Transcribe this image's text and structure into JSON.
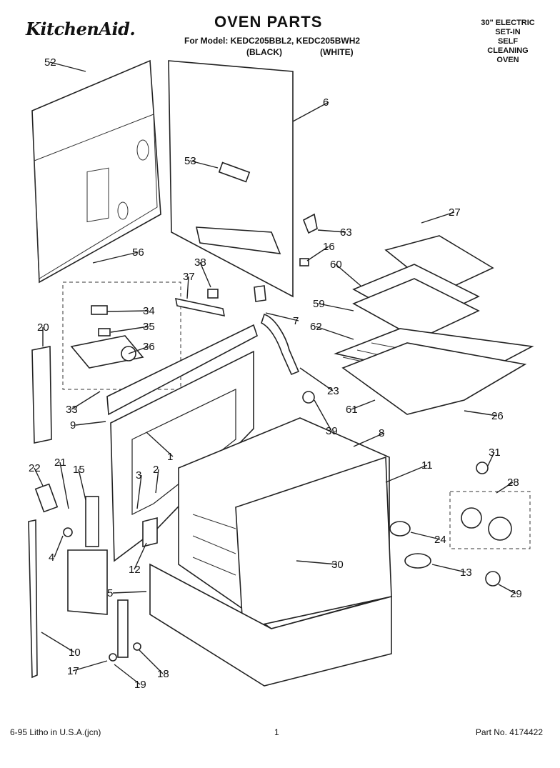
{
  "header": {
    "brand": "KitchenAid.",
    "title": "OVEN PARTS",
    "model_line": "For Model: KEDC205BBL2, KEDC205BWH2",
    "variant_black": "(BLACK)",
    "variant_white": "(WHITE)",
    "description": [
      "30\" ELECTRIC",
      "SET-IN",
      "SELF",
      "CLEANING",
      "OVEN"
    ]
  },
  "footer": {
    "date_print": "6-95  Litho in U.S.A.(jcn)",
    "page": "1",
    "part_no": "Part No. 4174422"
  },
  "part_numbers": [
    "1",
    "2",
    "3",
    "4",
    "5",
    "6",
    "7",
    "8",
    "9",
    "10",
    "11",
    "12",
    "13",
    "15",
    "16",
    "17",
    "18",
    "19",
    "20",
    "21",
    "22",
    "23",
    "24",
    "26",
    "27",
    "28",
    "29",
    "30",
    "31",
    "33",
    "34",
    "35",
    "36",
    "37",
    "38",
    "39",
    "52",
    "53",
    "56",
    "59",
    "60",
    "61",
    "62",
    "63"
  ]
}
